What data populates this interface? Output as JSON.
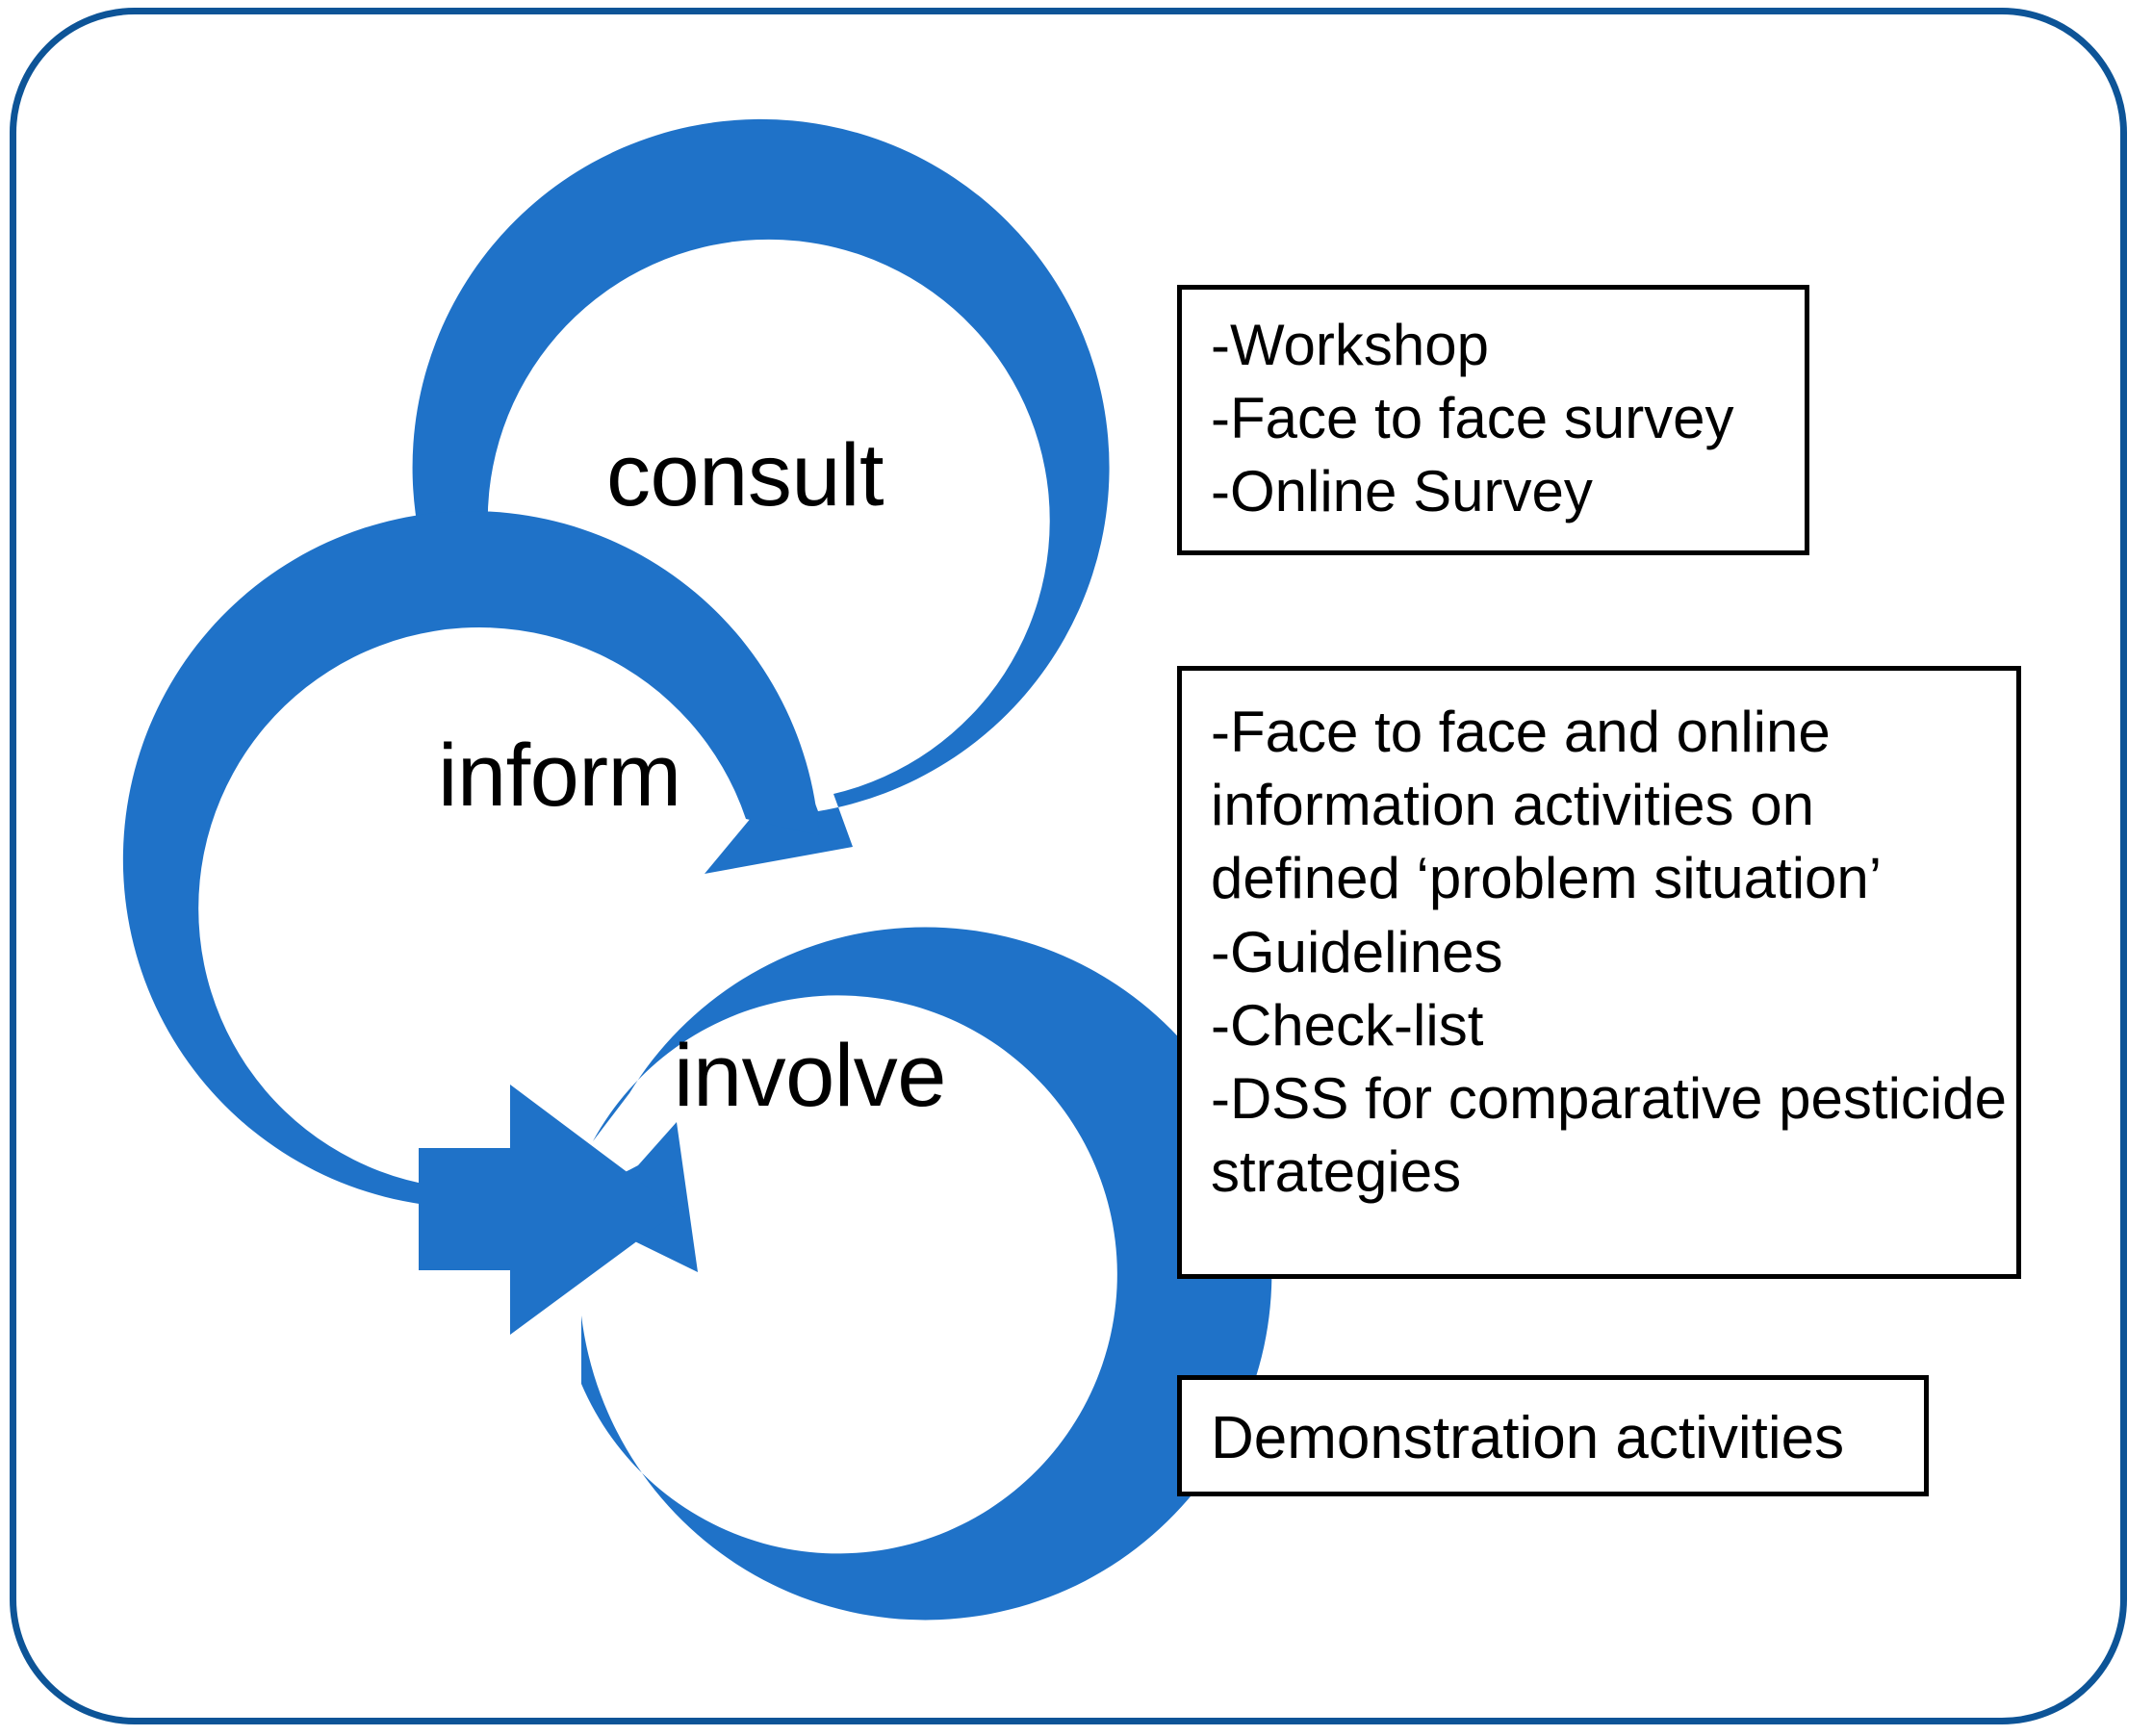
{
  "frame": {
    "border_color": "#0d5497",
    "background": "#ffffff"
  },
  "diagram": {
    "type": "cyclical-process",
    "accent_color": "#1f72c8",
    "nodes": [
      {
        "id": "consult",
        "label": "consult"
      },
      {
        "id": "inform",
        "label": "inform"
      },
      {
        "id": "involve",
        "label": "involve"
      }
    ],
    "flow": [
      {
        "from": "consult",
        "to": "inform"
      },
      {
        "from": "inform",
        "to": "involve"
      }
    ]
  },
  "callouts": [
    {
      "id": "consult-activities",
      "for": "consult",
      "text": "-Workshop\n-Face to face survey\n-Online Survey",
      "items": [
        "-Workshop",
        "-Face to face survey",
        "-Online Survey"
      ]
    },
    {
      "id": "inform-activities",
      "for": "inform",
      "text": "-Face to face and online information activities on defined ‘problem situation’\n-Guidelines\n-Check-list\n-DSS for comparative pesticide strategies",
      "items": [
        "-Face to face and online information activities on defined ‘problem situation’",
        "-Guidelines",
        "-Check-list",
        "-DSS for comparative pesticide strategies"
      ]
    },
    {
      "id": "involve-activities",
      "for": "involve",
      "text": "Demonstration activities",
      "items": [
        "Demonstration activities"
      ]
    }
  ]
}
